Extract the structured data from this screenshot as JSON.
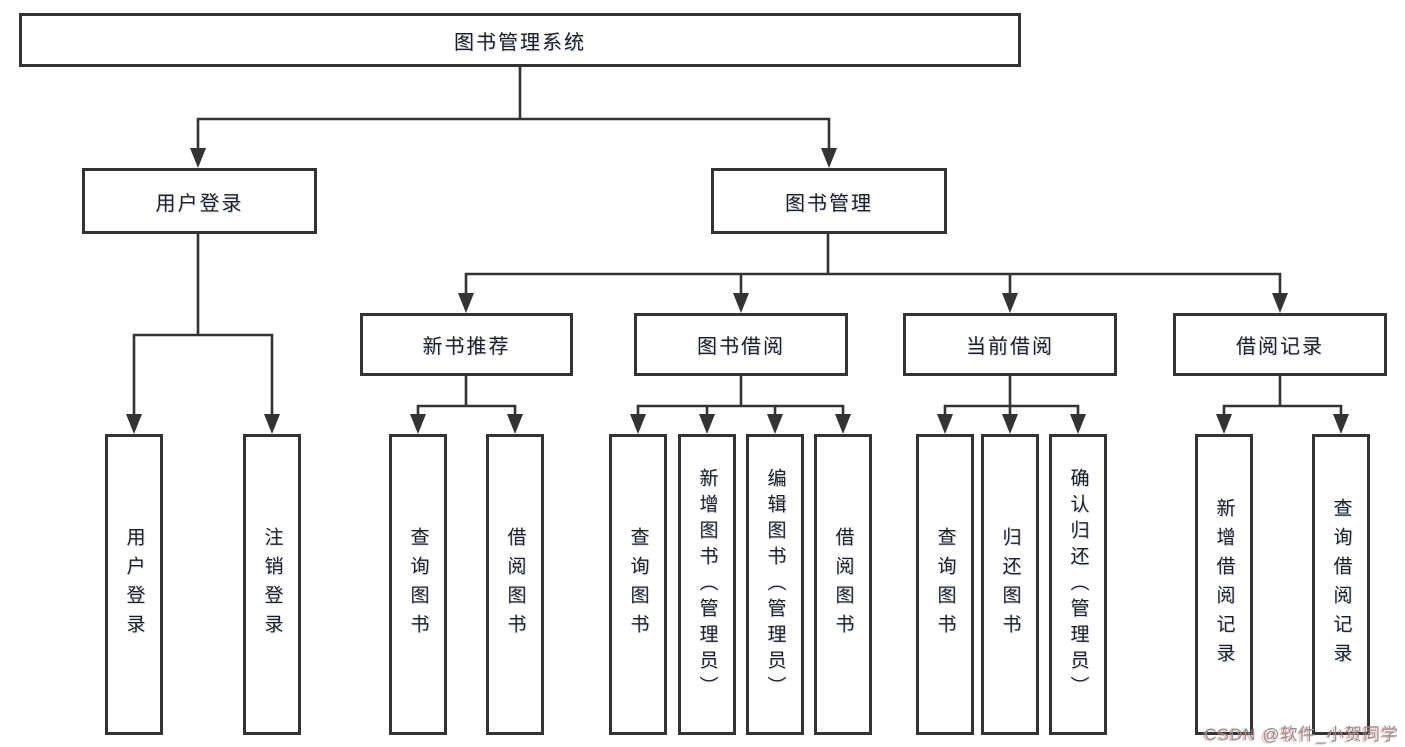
{
  "root": "图书管理系统",
  "user_branch": {
    "label": "用户登录",
    "children": [
      "用户登录",
      "注销登录"
    ]
  },
  "book_branch": {
    "label": "图书管理",
    "sections": [
      {
        "label": "新书推荐",
        "children": [
          "查询图书",
          "借阅图书"
        ]
      },
      {
        "label": "图书借阅",
        "children": [
          "查询图书",
          "新增图书（管理员）",
          "编辑图书（管理员）",
          "借阅图书"
        ]
      },
      {
        "label": "当前借阅",
        "children": [
          "查询图书",
          "归还图书",
          "确认归还（管理员）"
        ]
      },
      {
        "label": "借阅记录",
        "children": [
          "新增借阅记录",
          "查询借阅记录"
        ]
      }
    ]
  },
  "watermark": "CSDN @软件_小贺同学",
  "colors": {
    "line": "#333333",
    "text": "#1f1f1f",
    "watermark_text": "#8f8f94"
  }
}
